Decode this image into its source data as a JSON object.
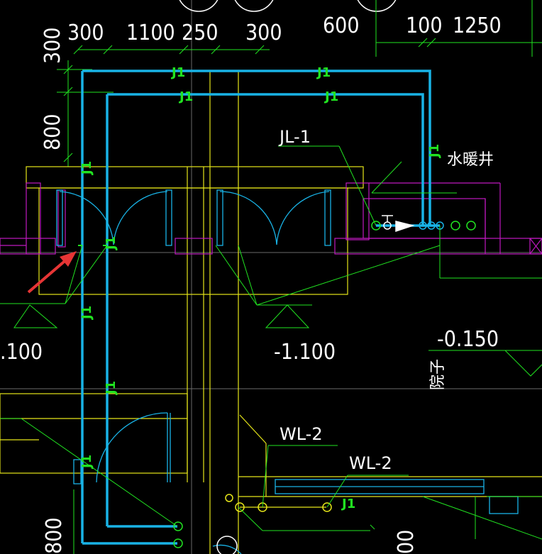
{
  "dimensions": {
    "top": [
      "300",
      "1100",
      "250",
      "300",
      "600",
      "100",
      "1250"
    ],
    "left": [
      "300",
      "800"
    ],
    "bottom_left": "800",
    "bottom_right": "00"
  },
  "pipe_labels": {
    "j1": "J1",
    "jl1": "JL-1",
    "wl2": "WL-2"
  },
  "elevations": {
    "left": ".100",
    "center": "-1.100",
    "right": "-0.150"
  },
  "room_labels": {
    "shaft": "水暖井",
    "yard": "院子"
  },
  "colors": {
    "background": "#000000",
    "pipe": "#19b3e6",
    "wall_yellow": "#e6e619",
    "wall_magenta": "#c019c0",
    "leader_green": "#21e321",
    "arrow_red": "#e63535"
  }
}
